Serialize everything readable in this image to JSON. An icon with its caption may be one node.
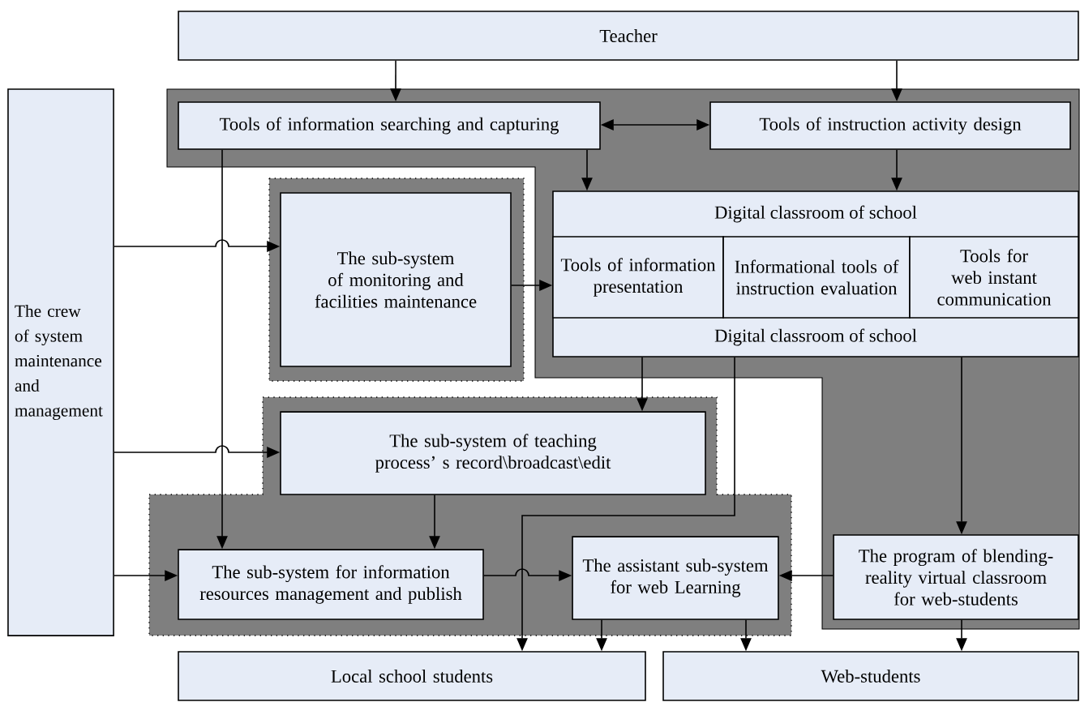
{
  "diagram": {
    "nodes": [
      {
        "text": [
          "Teacher"
        ]
      },
      {
        "text": [
          "The crew of system maintenance and management"
        ]
      },
      {
        "text": [
          "Tools of information searching and capturing"
        ]
      },
      {
        "text": [
          "Tools of instruction activity design"
        ]
      },
      {
        "text": [
          "Digital classroom of school",
          "Digital classroom of school"
        ]
      },
      {
        "text": [
          "Tools of information presentation"
        ],
        "in": 4
      },
      {
        "text": [
          "Informational tools of instruction evaluation"
        ],
        "in": 4
      },
      {
        "text": [
          "Tools for web instant communication"
        ],
        "in": 4
      },
      {
        "text": [
          "The sub-system of monitoring and facilities maintenance"
        ]
      },
      {
        "text": [
          "The sub-system of teaching process’ s record\\broadcast\\edit"
        ]
      },
      {
        "text": [
          "The sub-system for information resources management and publish"
        ]
      },
      {
        "text": [
          "The assistant sub-system for web Learning"
        ]
      },
      {
        "text": [
          "The program of blending-reality virtual classroom for web-students"
        ]
      },
      {
        "text": [
          "Local school students"
        ]
      },
      {
        "text": [
          "Web-students"
        ]
      }
    ],
    "edges": [
      {
        "from": 0,
        "to": 2,
        "arrow": "to"
      },
      {
        "from": 0,
        "to": 3,
        "arrow": "to"
      },
      {
        "from": 2,
        "to": 3,
        "arrow": "both"
      },
      {
        "from": 2,
        "to": 4,
        "arrow": "to"
      },
      {
        "from": 3,
        "to": 4,
        "arrow": "to"
      },
      {
        "from": 2,
        "to": 10,
        "arrow": "to"
      },
      {
        "from": 1,
        "to": 8,
        "arrow": "to"
      },
      {
        "from": 1,
        "to": 9,
        "arrow": "to"
      },
      {
        "from": 1,
        "to": 10,
        "arrow": "to"
      },
      {
        "from": 8,
        "to": 4,
        "arrow": "to"
      },
      {
        "from": 4,
        "to": 9,
        "arrow": "to"
      },
      {
        "from": 4,
        "to": 13,
        "arrow": "to"
      },
      {
        "from": 9,
        "to": 10,
        "arrow": "to"
      },
      {
        "from": 10,
        "to": 11,
        "arrow": "to"
      },
      {
        "from": 12,
        "to": 11,
        "arrow": "to"
      },
      {
        "from": 4,
        "to": 12,
        "arrow": "to"
      },
      {
        "from": 11,
        "to": 13,
        "arrow": "to"
      },
      {
        "from": 11,
        "to": 14,
        "arrow": "to"
      },
      {
        "from": 12,
        "to": 14,
        "arrow": "to"
      }
    ]
  }
}
